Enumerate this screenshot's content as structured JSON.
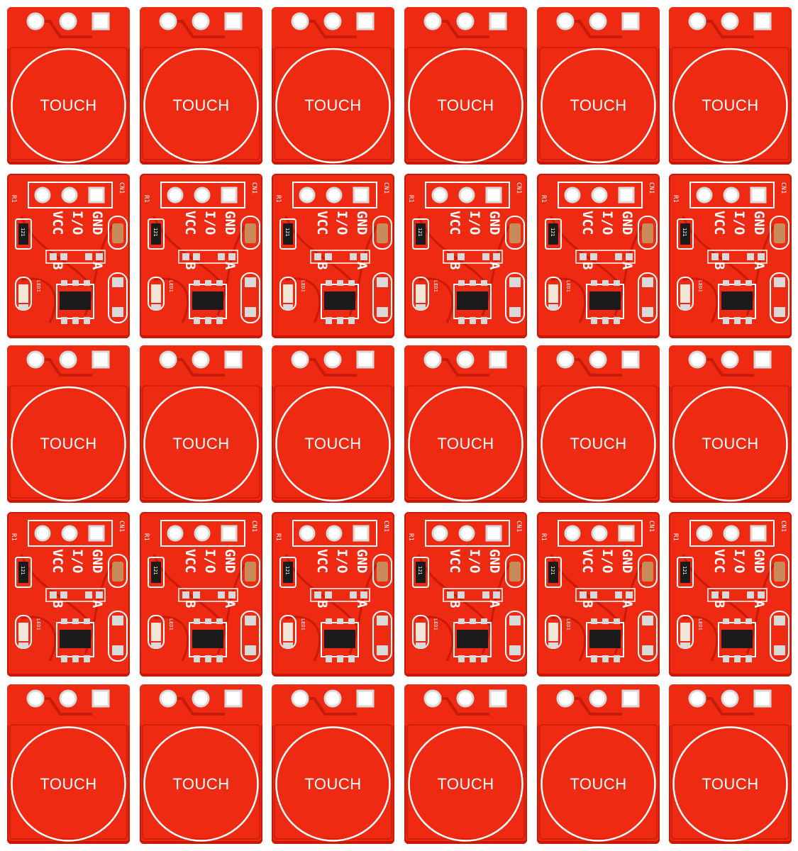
{
  "grid": {
    "columns": 6,
    "rows": 5
  },
  "row_types": [
    "front",
    "back",
    "front",
    "back",
    "front"
  ],
  "colors": {
    "pcb_red": "#ee2a12",
    "pcb_dark": "#c81a08",
    "silkscreen": "#ffffff",
    "pad": "#d9d9d9",
    "chip": "#1b1b1b",
    "capacitor": "#c98a5a",
    "led": "#f2e6d8"
  },
  "front": {
    "touch_label": "TOUCH"
  },
  "back": {
    "connector_label": "CN1",
    "resistor_label": "R1",
    "resistor_marking": "121",
    "pin_labels": [
      "GND",
      "I/O",
      "VCC"
    ],
    "jumper_a": "A",
    "jumper_b": "B",
    "led_label": "LED1"
  }
}
